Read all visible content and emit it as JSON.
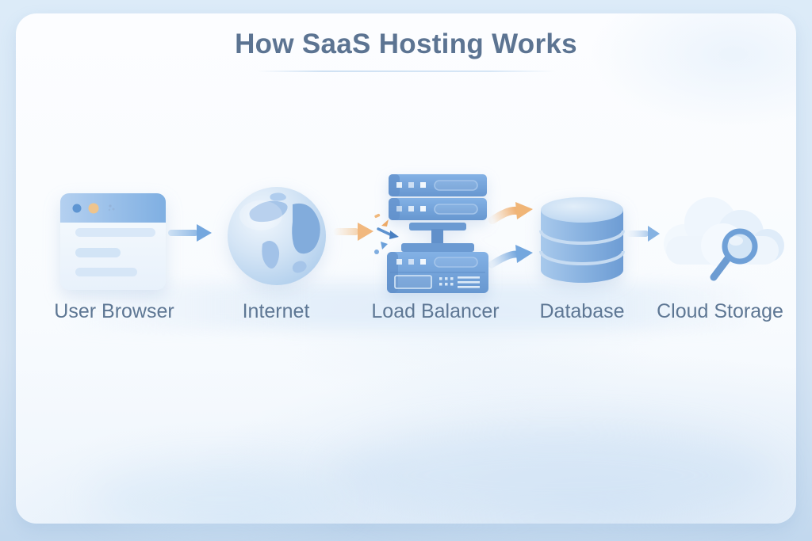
{
  "title": "How SaaS Hosting Works",
  "diagram": {
    "nodes": [
      {
        "id": "user-browser",
        "label": "User Browser",
        "icon": "browser-window-icon"
      },
      {
        "id": "internet",
        "label": "Internet",
        "icon": "globe-icon"
      },
      {
        "id": "load-balancer",
        "label": "Load Balancer",
        "icon": "server-stack-icon"
      },
      {
        "id": "database",
        "label": "Database",
        "icon": "database-cylinder-icon"
      },
      {
        "id": "cloud-storage",
        "label": "Cloud Storage",
        "icon": "cloud-magnifier-icon"
      }
    ],
    "connections": [
      {
        "from": "user-browser",
        "to": "internet",
        "color": "#74a7de",
        "style": "straight"
      },
      {
        "from": "internet",
        "to": "load-balancer",
        "color": "#f1b87e",
        "style": "straight-fade"
      },
      {
        "from": "load-balancer",
        "to": "database",
        "color": "#f0b577",
        "style": "curved-fade"
      },
      {
        "from": "load-balancer",
        "to": "database",
        "color": "#74a7de",
        "style": "curved-fade"
      },
      {
        "from": "database",
        "to": "cloud-storage",
        "color": "#85b2e2",
        "style": "straight-fade"
      }
    ]
  },
  "colors": {
    "frame": "#d7e5f4",
    "panel": "#fbfdff",
    "title_text": "#5c7492",
    "label_text": "#5e7794",
    "arrow_blue": "#74a7de",
    "arrow_orange": "#f1b87e",
    "icon_blue": "#6e9dd5",
    "underline": "#d2e3f4"
  }
}
